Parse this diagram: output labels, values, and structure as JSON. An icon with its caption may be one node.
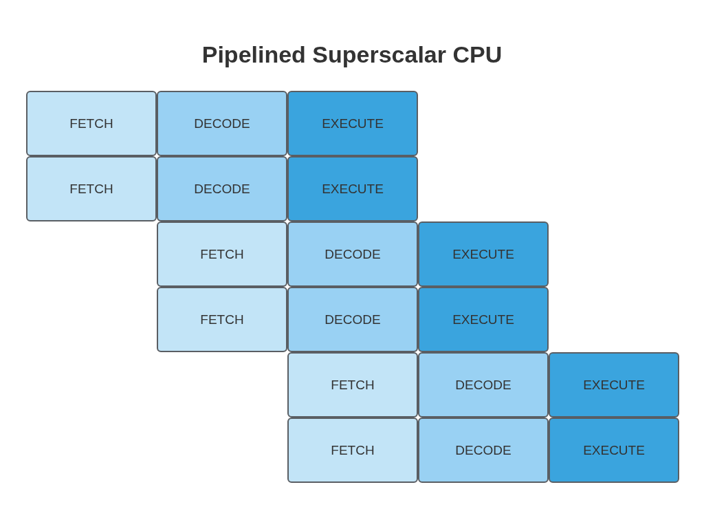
{
  "diagram": {
    "title": "Pipelined Superscalar CPU",
    "nodes": [
      {
        "text": [
          "FETCH"
        ]
      },
      {
        "text": [
          "DECODE"
        ]
      },
      {
        "text": [
          "EXECUTE"
        ]
      },
      {
        "text": [
          "FETCH"
        ]
      },
      {
        "text": [
          "DECODE"
        ]
      },
      {
        "text": [
          "EXECUTE"
        ]
      },
      {
        "text": [
          "FETCH"
        ]
      },
      {
        "text": [
          "DECODE"
        ]
      },
      {
        "text": [
          "EXECUTE"
        ]
      },
      {
        "text": [
          "FETCH"
        ]
      },
      {
        "text": [
          "DECODE"
        ]
      },
      {
        "text": [
          "EXECUTE"
        ]
      },
      {
        "text": [
          "FETCH"
        ]
      },
      {
        "text": [
          "DECODE"
        ]
      },
      {
        "text": [
          "EXECUTE"
        ]
      },
      {
        "text": [
          "FETCH"
        ]
      },
      {
        "text": [
          "DECODE"
        ]
      },
      {
        "text": [
          "EXECUTE"
        ]
      }
    ],
    "edges": []
  }
}
